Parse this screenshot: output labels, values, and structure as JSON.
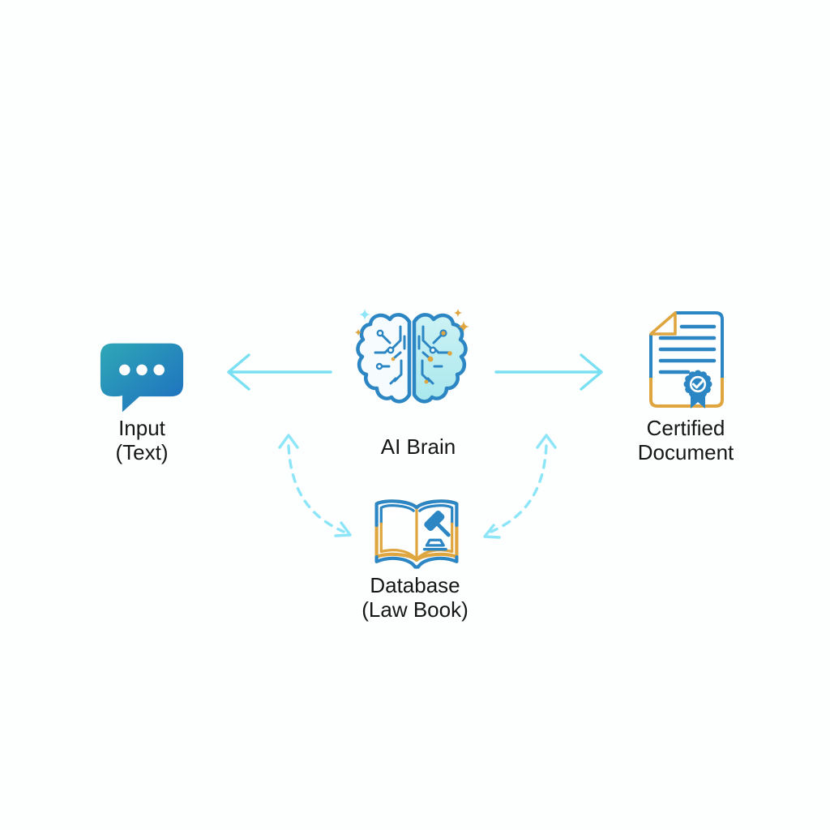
{
  "diagram": {
    "nodes": {
      "input": {
        "line1": "Input",
        "line2": "(Text)",
        "icon": "chat-bubble-icon"
      },
      "brain": {
        "line1": "AI Brain",
        "icon": "brain-icon"
      },
      "certified": {
        "line1": "Certified",
        "line2": "Document",
        "icon": "certified-document-icon"
      },
      "database": {
        "line1": "Database",
        "line2": "(Law Book)",
        "icon": "law-book-icon"
      }
    },
    "connections": [
      {
        "from": "AI Brain",
        "to": "Input (Text)",
        "style": "solid-arrow-left"
      },
      {
        "from": "AI Brain",
        "to": "Certified Document",
        "style": "solid-arrow-right"
      },
      {
        "from": "AI Brain",
        "to": "Database (Law Book)",
        "style": "dashed-curved-double-arrow",
        "side": "left"
      },
      {
        "from": "AI Brain",
        "to": "Database (Law Book)",
        "style": "dashed-curved-double-arrow",
        "side": "right"
      }
    ]
  },
  "colors": {
    "outline_blue": "#2b86c3",
    "gold": "#dfa640",
    "arrow_cyan": "#79dff2",
    "dash_cyan": "#8de5f8",
    "bubble_teal": "#2fa8b6",
    "bubble_blue": "#1d6dc0",
    "brain_fill_light": "#cdf2f4",
    "brain_fill_deep": "#a9e8ee",
    "brain_white": "#f6fcfe",
    "text": "#161616",
    "background": "#fdfefe"
  }
}
